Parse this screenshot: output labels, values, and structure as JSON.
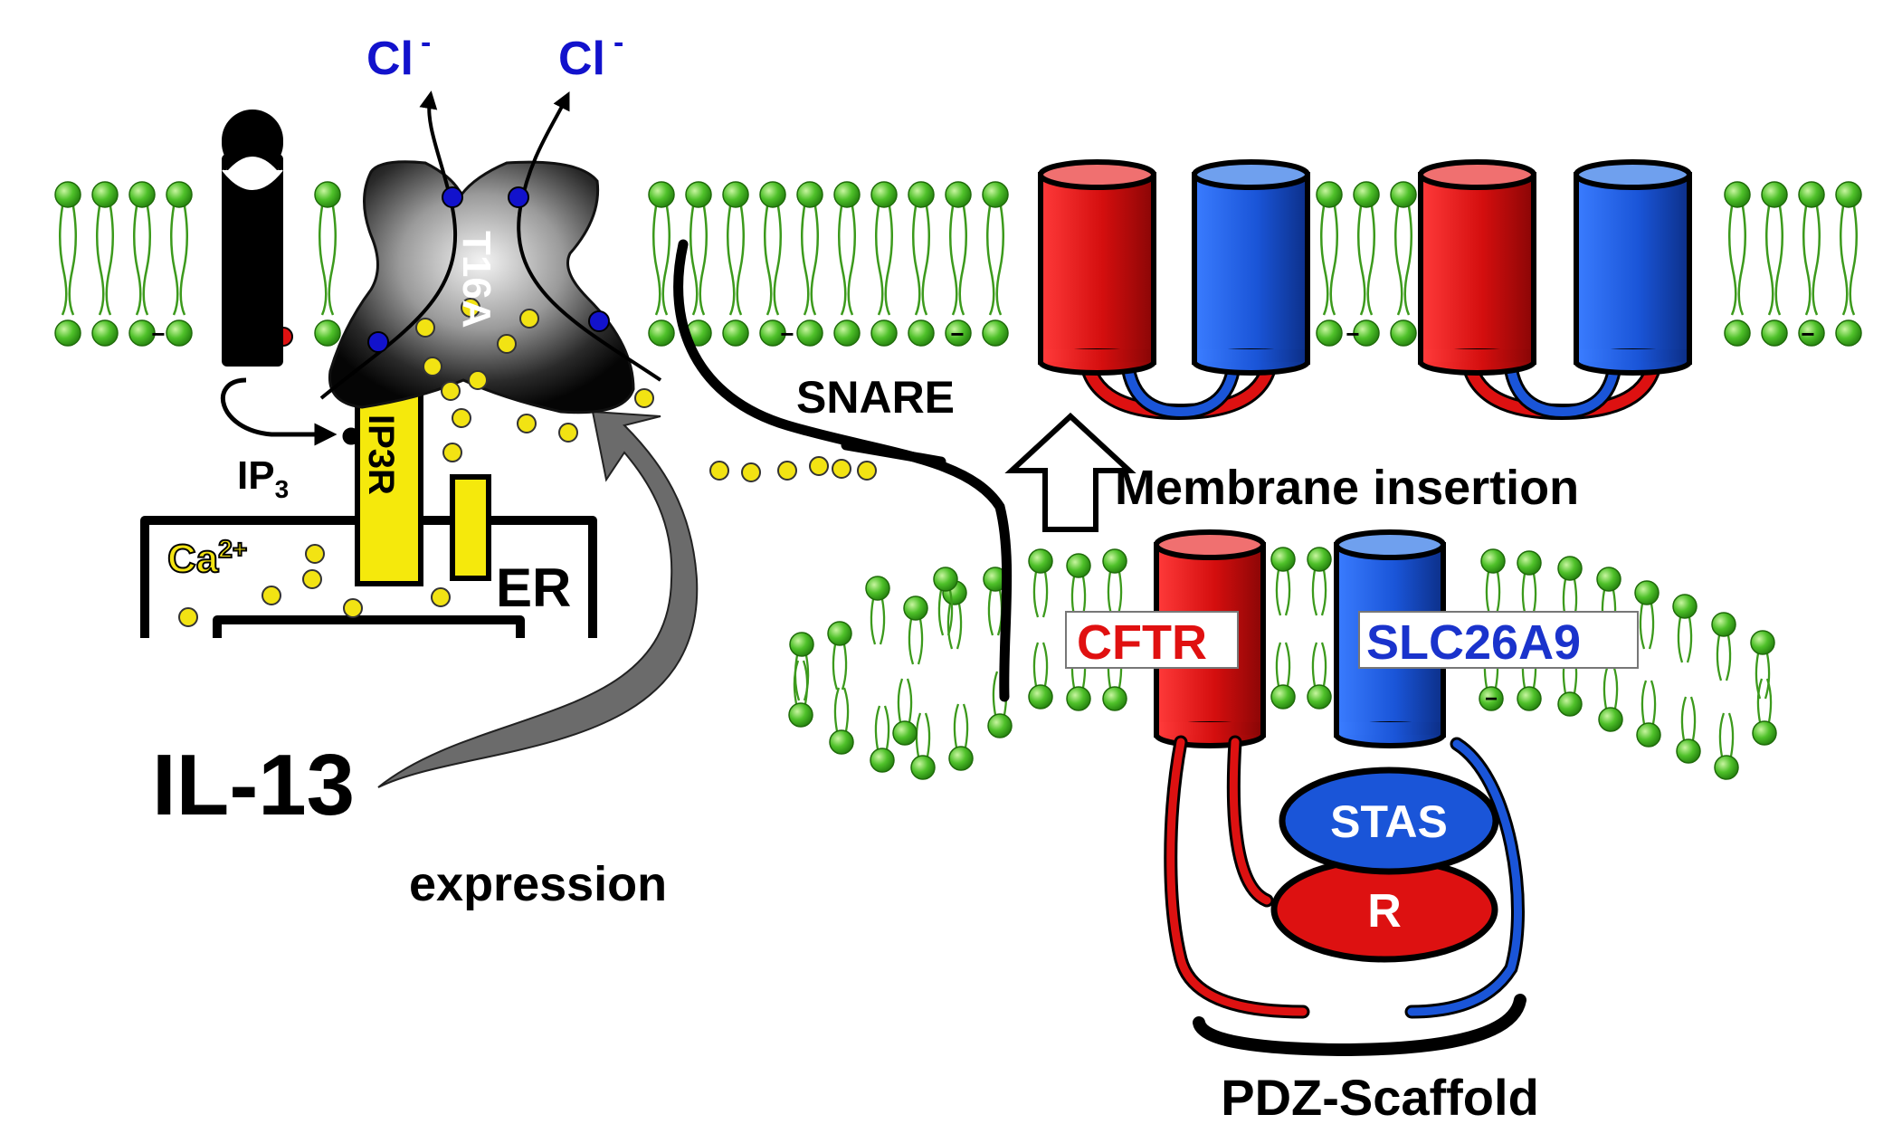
{
  "labels": {
    "cl_left": "Cl",
    "cl_right": "Cl",
    "cl_charge": "-",
    "t16a": "T16A",
    "ip3_base": "IP",
    "ip3_sub": "3",
    "ip3r": "IP3R",
    "ca_base": "Ca",
    "ca_sup": "2+",
    "er": "ER",
    "il13": "IL-13",
    "expression": "expression",
    "snare": "SNARE",
    "membrane_insertion": "Membrane insertion",
    "cftr": "CFTR",
    "slc26a9": "SLC26A9",
    "stas": "STAS",
    "r_domain": "R",
    "pdz": "PDZ-Scaffold",
    "neg_charge": "−"
  },
  "colors": {
    "lipid_head": "#4fc12a",
    "lipid_tail": "#3c9a1c",
    "cftr_red": "#dd1111",
    "cftr_red_top": "#f07070",
    "slc_blue": "#1a55d8",
    "slc_blue_top": "#6fa0ee",
    "calcium": "#f2e313",
    "ip3r_yellow": "#f5e90c",
    "cl_blue": "#1212cc",
    "arrow_gray": "#6b6b6b",
    "label_red": "#e01010",
    "label_blue": "#1a33cc"
  }
}
